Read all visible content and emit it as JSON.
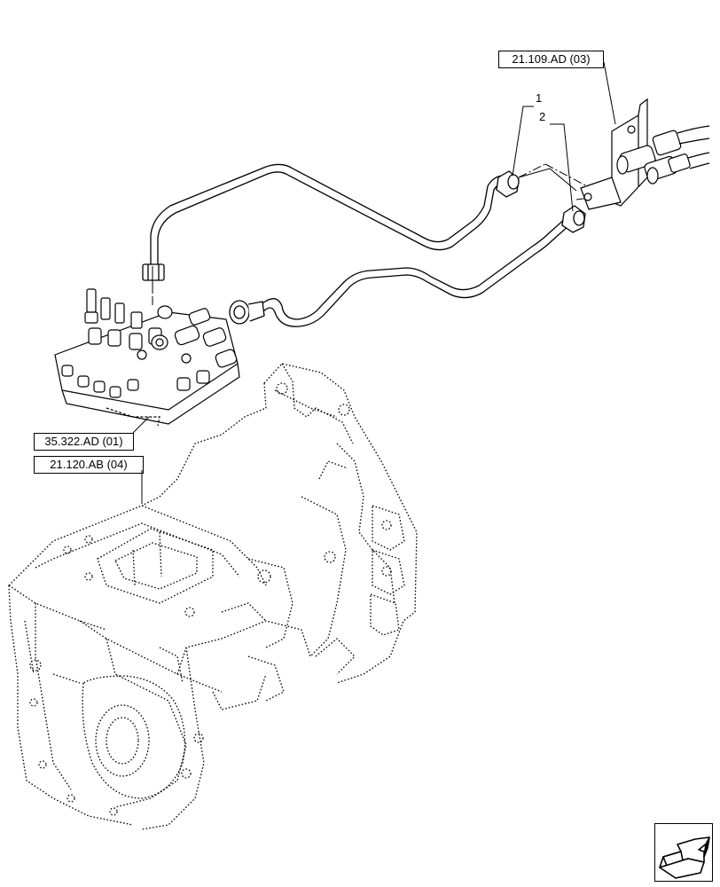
{
  "references": {
    "top_right": "21.109.AD (03)",
    "valve": "35.322.AD (01)",
    "housing": "21.120.AB (04)"
  },
  "callouts": {
    "item1": "1",
    "item2": "2"
  },
  "icons": {
    "navigation": "next-page-arrow-icon"
  },
  "colors": {
    "line": "#000000",
    "background": "#ffffff"
  }
}
